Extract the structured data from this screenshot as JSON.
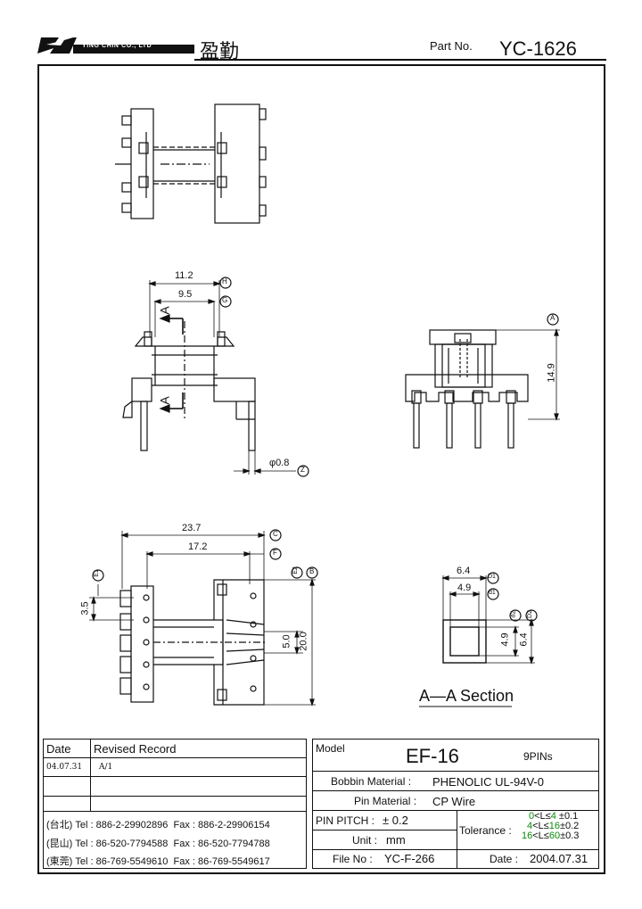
{
  "header": {
    "company_name": "YING CHIN CO., LTD",
    "company_chinese": "盈勤",
    "part_no_label": "Part No.",
    "part_no": "YC-1626"
  },
  "drawing": {
    "side_view": {
      "dim_11_2": "11.2",
      "dim_9_5": "9.5",
      "tag_h": "H",
      "tag_g": "G",
      "section_a_top": "A",
      "section_a_bottom": "A",
      "pin_dia": "φ0.8",
      "tag_z": "Z"
    },
    "front_view": {
      "dim_14_9": "14.9",
      "tag_a": "A"
    },
    "bottom_view": {
      "dim_23_7": "23.7",
      "dim_17_2": "17.2",
      "tag_c": "C",
      "tag_f": "F",
      "dim_3_5": "3.5",
      "tag_e1": "E1",
      "tag_e2": "E2",
      "tag_b": "B",
      "dim_5_0": "5.0",
      "dim_20_0": "20.0"
    },
    "section": {
      "dim_6_4_top": "6.4",
      "dim_4_9_top": "4.9",
      "tag_d1_upper": "D1",
      "tag_d1_lower": "d1",
      "tag_d2_lower": "d2",
      "tag_d2_upper": "D2",
      "dim_4_9_side": "4.9",
      "dim_6_4_side": "6.4",
      "title": "A—A Section"
    }
  },
  "revision_table": {
    "date_header": "Date",
    "record_header": "Revised Record",
    "rows": [
      {
        "date": "04.07.31",
        "record": "A/1"
      },
      {
        "date": "",
        "record": ""
      },
      {
        "date": "",
        "record": ""
      }
    ]
  },
  "contacts": [
    {
      "city": "(台北)",
      "tel": "Tel : 886-2-29902896",
      "fax": "Fax : 886-2-29906154"
    },
    {
      "city": "(昆山)",
      "tel": "Tel : 86-520-7794588",
      "fax": "Fax : 86-520-7794788"
    },
    {
      "city": "(東莞)",
      "tel": "Tel : 86-769-5549610",
      "fax": "Fax : 86-769-5549617"
    }
  ],
  "spec_table": {
    "model_label": "Model",
    "model": "EF-16",
    "pins": "9PINs",
    "bobbin_label": "Bobbin Material :",
    "bobbin_value": "PHENOLIC UL-94V-0",
    "pin_material_label": "Pin Material :",
    "pin_material_value": "CP Wire",
    "pitch_label": "PIN PITCH :",
    "pitch_value": "± 0.2",
    "unit_label": "Unit :",
    "unit_value": "mm",
    "tolerance_label": "Tolerance :",
    "tolerances": [
      {
        "lo": "0",
        "hi": "4",
        "tol": "±0.1"
      },
      {
        "lo": "4",
        "hi": "16",
        "tol": "±0.2"
      },
      {
        "lo": "16",
        "hi": "60",
        "tol": "±0.3"
      }
    ],
    "file_label": "File No :",
    "file_value": "YC-F-266",
    "date_label": "Date :",
    "date_value": "2004.07.31"
  },
  "colors": {
    "ink": "#111111",
    "tolerance_green": "#0a8a0a"
  }
}
